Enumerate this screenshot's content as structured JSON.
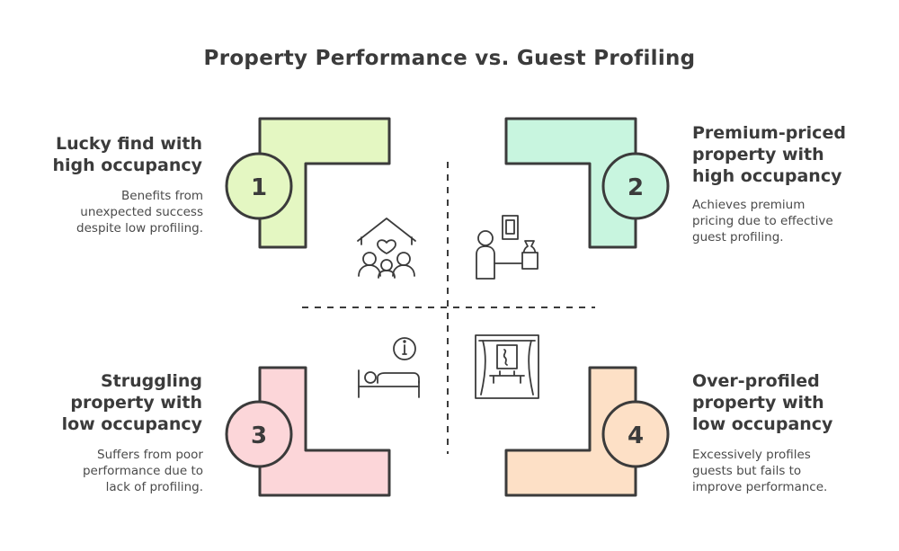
{
  "title": "Property Performance vs. Guest Profiling",
  "quadrants": [
    {
      "number": "1",
      "heading_lines": [
        "Lucky find with",
        "high occupancy"
      ],
      "description_lines": [
        "Benefits from",
        "unexpected success",
        "despite low profiling."
      ],
      "color": "#e4f7c2",
      "icon": "family-house-icon"
    },
    {
      "number": "2",
      "heading_lines": [
        "Premium-priced",
        "property with",
        "high occupancy"
      ],
      "description_lines": [
        "Achieves premium",
        "pricing due to effective",
        "guest profiling."
      ],
      "color": "#c8f5df",
      "icon": "concierge-desk-icon"
    },
    {
      "number": "3",
      "heading_lines": [
        "Struggling",
        "property with",
        "low occupancy"
      ],
      "description_lines": [
        "Suffers from poor",
        "performance due to",
        "lack of profiling."
      ],
      "color": "#fcd6d9",
      "icon": "bed-info-icon"
    },
    {
      "number": "4",
      "heading_lines": [
        "Over-profiled",
        "property with",
        "low occupancy"
      ],
      "description_lines": [
        "Excessively profiles",
        "guests but fails to",
        "improve performance."
      ],
      "color": "#fde0c6",
      "icon": "luxury-room-icon"
    }
  ]
}
